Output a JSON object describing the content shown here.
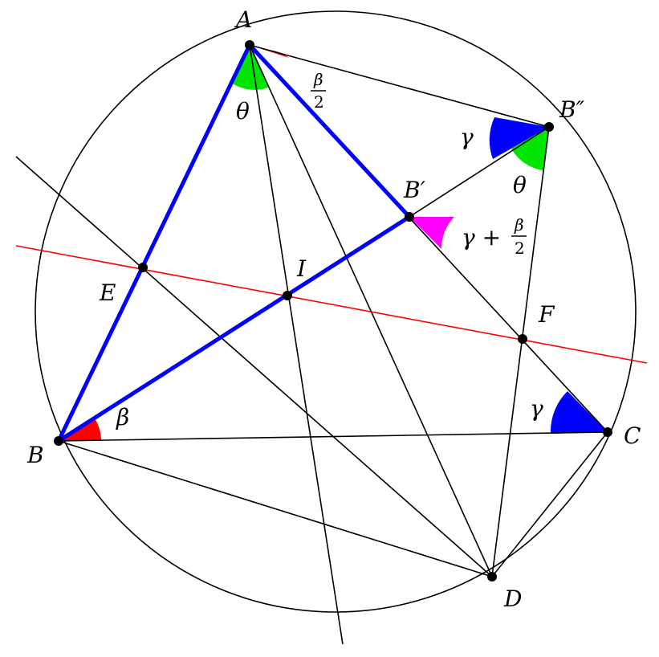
{
  "points": {
    "A": "A",
    "B": "B",
    "C": "C",
    "D": "D",
    "E": "E",
    "F": "F",
    "I": "I",
    "B1": "B′",
    "B2": "B″"
  },
  "angles": {
    "theta_A": "θ",
    "beta_half_num": "β",
    "beta_half_den": "2",
    "gamma_B2": "γ",
    "theta_B2": "θ",
    "gamma_plus": "γ +",
    "gamma_plus_num": "β",
    "gamma_plus_den": "2",
    "beta_B": "β",
    "gamma_C": "γ"
  },
  "colors": {
    "blue": "#0000ff",
    "red": "#ff0000",
    "green": "#00e600",
    "magenta": "#ff00ff",
    "line": "#000000",
    "red_line": "#ff0000"
  }
}
